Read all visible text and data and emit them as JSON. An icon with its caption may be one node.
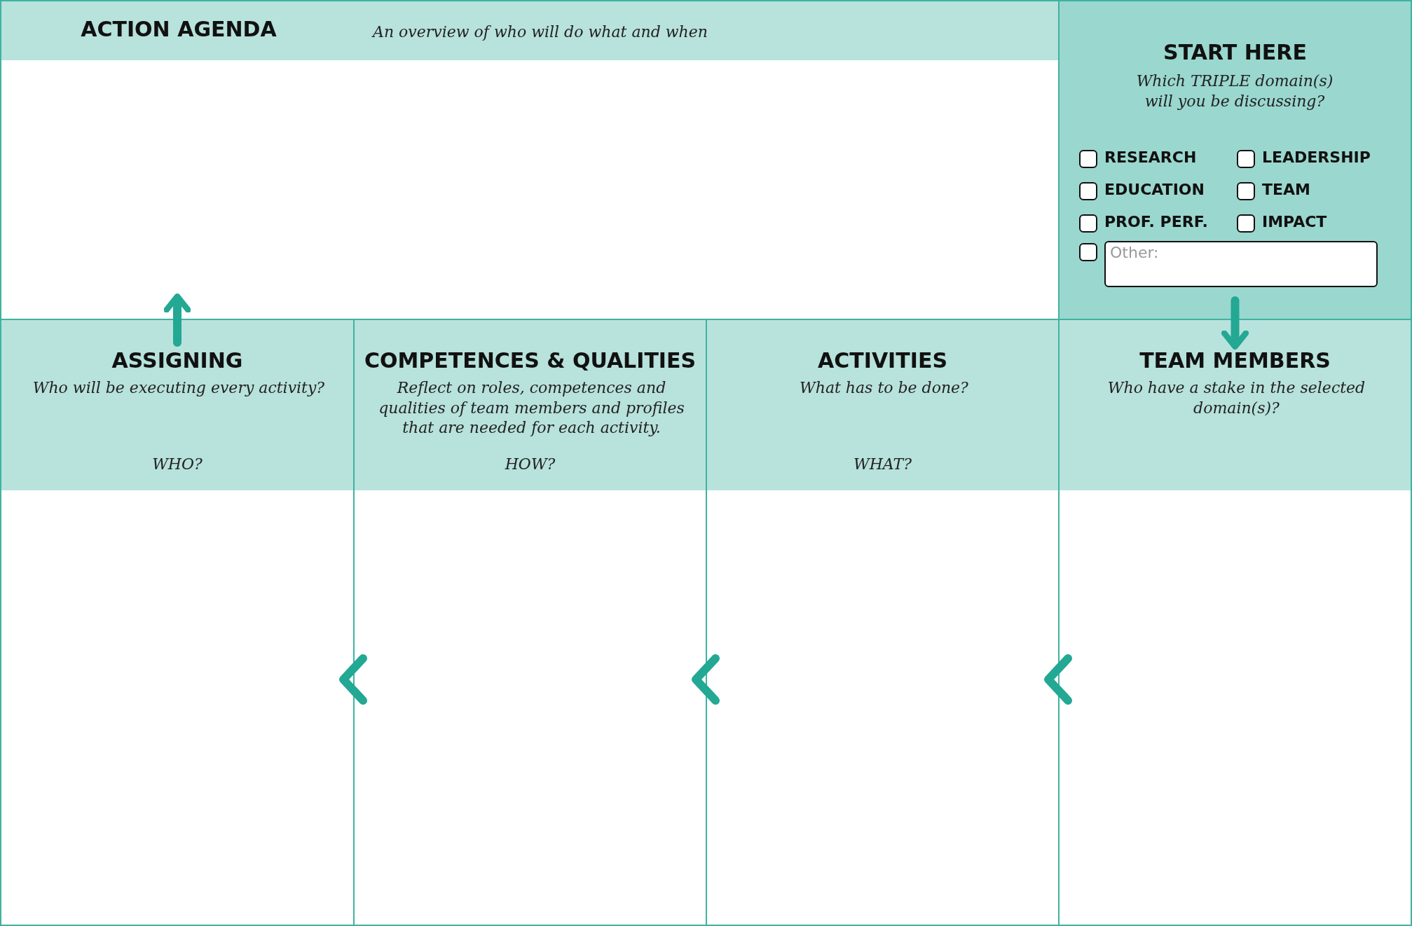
{
  "diagram": {
    "nodes": [
      {
        "text": [
          "ACTION AGENDA",
          "An overview of who will do what and when"
        ]
      },
      {
        "text": [
          "START HERE",
          "Which TRIPLE domain(s) will you be discussing?"
        ]
      },
      {
        "text": [
          "ASSIGNING",
          "Who will be executing every activity?",
          "WHO?"
        ]
      },
      {
        "text": [
          "COMPETENCES & QUALITIES",
          "Reflect on roles, competences and qualities of team members and profiles that are needed for each activity.",
          "HOW?"
        ]
      },
      {
        "text": [
          "ACTIVITIES",
          "What has to be done?",
          "WHAT?"
        ]
      },
      {
        "text": [
          "TEAM MEMBERS",
          "Who have a stake in the selected domain(s)?"
        ]
      }
    ],
    "edges": [
      {
        "from": 1,
        "to": 5,
        "arrow": "to"
      },
      {
        "from": 5,
        "to": 4,
        "arrow": "to"
      },
      {
        "from": 4,
        "to": 3,
        "arrow": "to"
      },
      {
        "from": 3,
        "to": 2,
        "arrow": "to"
      },
      {
        "from": 2,
        "to": 0,
        "arrow": "to"
      }
    ],
    "labels": [
      "RESEARCH",
      "LEADERSHIP",
      "EDUCATION",
      "TEAM",
      "PROF. PERF.",
      "IMPACT",
      "Other:"
    ]
  }
}
